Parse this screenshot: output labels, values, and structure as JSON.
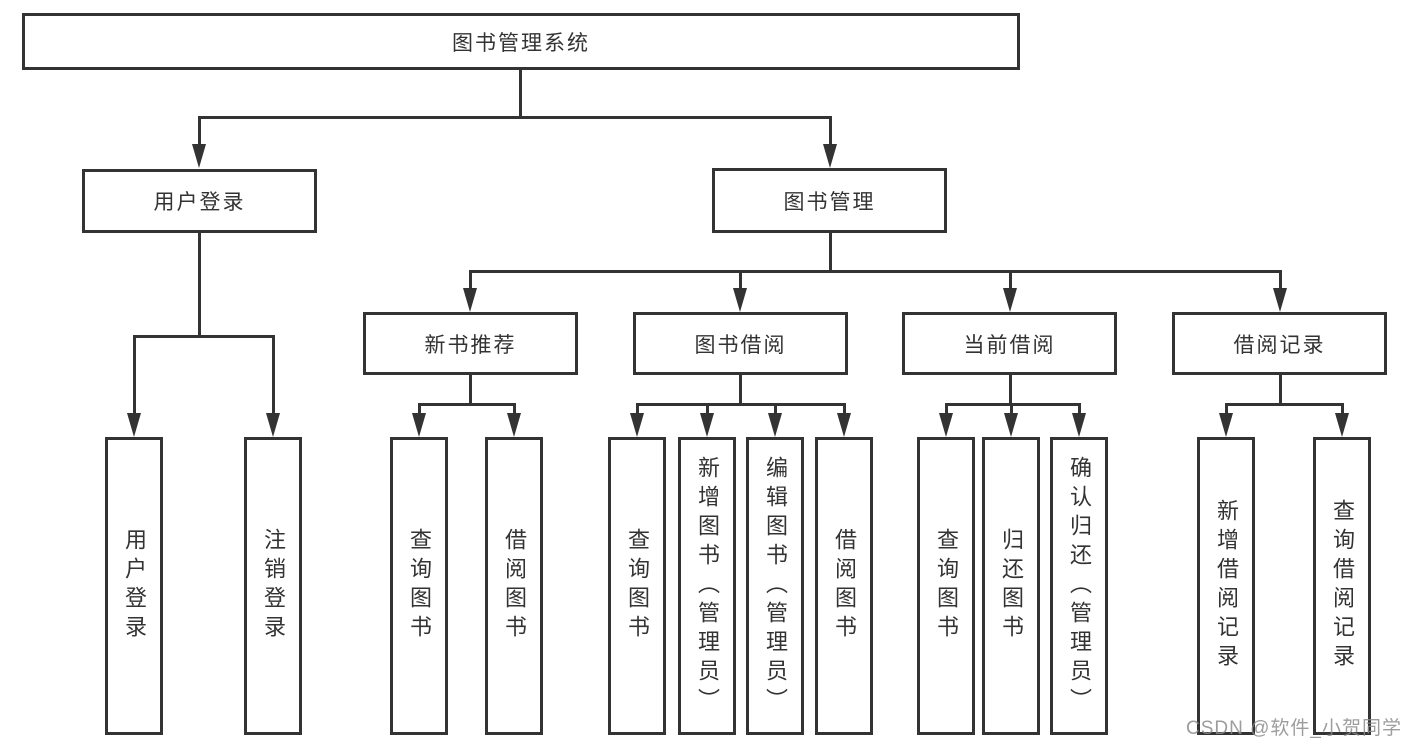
{
  "colors": {
    "line": "#333333",
    "background": "#ffffff",
    "watermark": "#8c8c8c"
  },
  "watermark": "CSDN @软件_小贺同学",
  "diagram": {
    "root": "图书管理系统",
    "children": [
      {
        "label": "用户登录",
        "children": [
          {
            "label": "用户登录"
          },
          {
            "label": "注销登录"
          }
        ]
      },
      {
        "label": "图书管理",
        "children": [
          {
            "label": "新书推荐",
            "children": [
              {
                "label": "查询图书"
              },
              {
                "label": "借阅图书"
              }
            ]
          },
          {
            "label": "图书借阅",
            "children": [
              {
                "label": "查询图书"
              },
              {
                "label": "新增图书（管理员）"
              },
              {
                "label": "编辑图书（管理员）"
              },
              {
                "label": "借阅图书"
              }
            ]
          },
          {
            "label": "当前借阅",
            "children": [
              {
                "label": "查询图书"
              },
              {
                "label": "归还图书"
              },
              {
                "label": "确认归还（管理员）"
              }
            ]
          },
          {
            "label": "借阅记录",
            "children": [
              {
                "label": "新增借阅记录"
              },
              {
                "label": "查询借阅记录"
              }
            ]
          }
        ]
      }
    ]
  }
}
